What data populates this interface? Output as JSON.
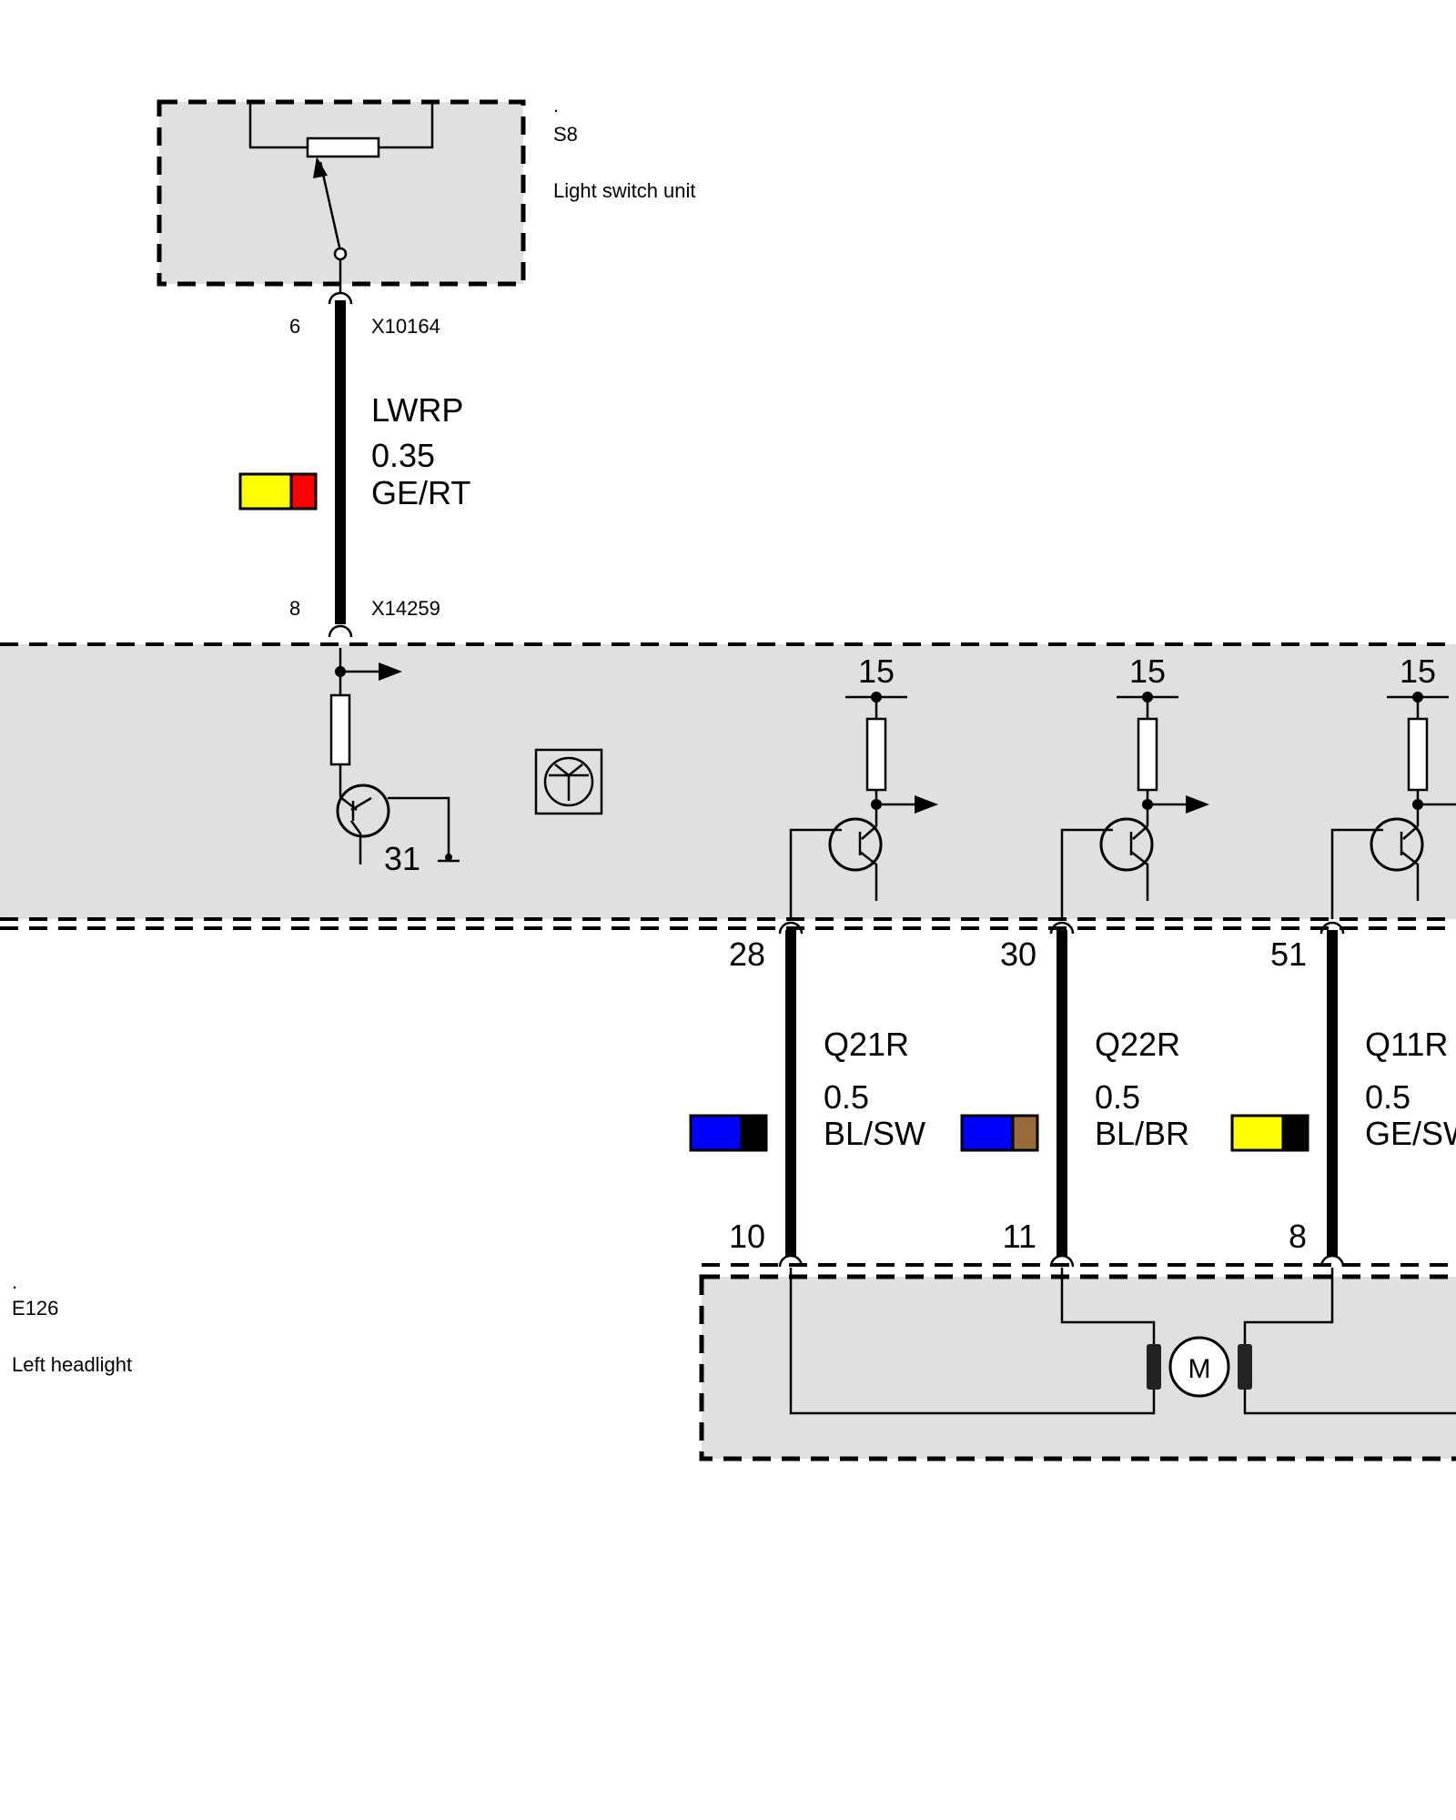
{
  "components": {
    "light_switch": {
      "dot": ".",
      "id": "S8",
      "name": "Light switch unit"
    },
    "left_headlight": {
      "dot": ".",
      "id": "E126",
      "name": "Left headlight"
    }
  },
  "connectors": {
    "top": {
      "pin": "6",
      "id": "X10164"
    },
    "mid": {
      "pin": "8",
      "id": "X14259"
    }
  },
  "wires": [
    {
      "signal": "LWRP",
      "gauge": "0.35",
      "color_code": "GE/RT",
      "colors": [
        "#ffff00",
        "#ff0000"
      ]
    },
    {
      "signal": "Q21R",
      "gauge": "0.5",
      "color_code": "BL/SW",
      "pin_top": "28",
      "pin_bottom": "10",
      "colors": [
        "#0000ff",
        "#000000"
      ]
    },
    {
      "signal": "Q22R",
      "gauge": "0.5",
      "color_code": "BL/BR",
      "pin_top": "30",
      "pin_bottom": "11",
      "colors": [
        "#0000ff",
        "#9b6a3b"
      ]
    },
    {
      "signal": "Q11R",
      "gauge": "0.5",
      "color_code": "GE/SW",
      "pin_top": "51",
      "pin_bottom": "8",
      "colors": [
        "#ffff00",
        "#000000"
      ]
    }
  ],
  "supply_labels": [
    "15",
    "15",
    "15"
  ],
  "ground_label": "31",
  "motor_label": "M"
}
